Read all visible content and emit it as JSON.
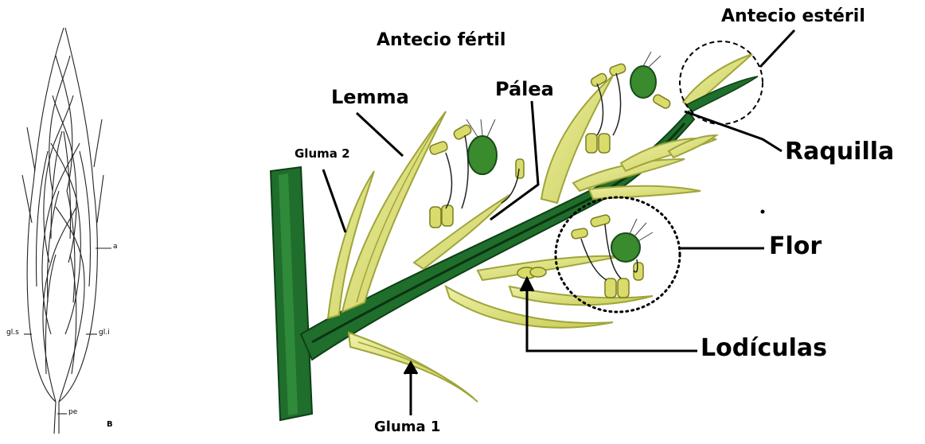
{
  "left_figure": {
    "letter": "B",
    "labels": {
      "a": "a",
      "gls": "gl.s",
      "gli": "gl.i",
      "pe": "pe"
    }
  },
  "right_figure": {
    "labels": {
      "antecio_fertil": "Antecio fértil",
      "antecio_esteril": "Antecio estéril",
      "lemma": "Lemma",
      "palea": "Pálea",
      "gluma2": "Gluma 2",
      "raquilla": "Raquilla",
      "flor": "Flor",
      "lodiculas": "Lodículas",
      "gluma1": "Gluma 1"
    }
  },
  "colors": {
    "stem_green": "#1f6e2c",
    "stem_dark": "#0f3f18",
    "bract_yellow": "#d9dc6a",
    "bract_edge": "#9fa53a",
    "ovary_green": "#3a8a2e",
    "line": "#000000"
  }
}
